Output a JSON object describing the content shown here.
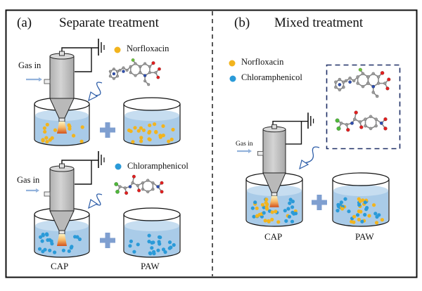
{
  "figure": {
    "panels": [
      {
        "letter": "(a)",
        "title": "Separate treatment",
        "rows": [
          {
            "legend_label": "Norfloxacin",
            "legend_color": "#F2B41E",
            "gas_label": "Gas in",
            "particle": "norfloxacin"
          },
          {
            "legend_label": "Chloramphenicol",
            "legend_color": "#2A9AD8",
            "gas_label": "Gas in",
            "particle": "chloramphenicol"
          }
        ],
        "labels": {
          "cap": "CAP",
          "paw": "PAW"
        }
      },
      {
        "letter": "(b)",
        "title": "Mixed treatment",
        "legend": [
          {
            "label": "Norfloxacin",
            "color": "#F2B41E"
          },
          {
            "label": "Chloramphenicol",
            "color": "#2A9AD8"
          }
        ],
        "gas_label": "Gas in",
        "labels": {
          "cap": "CAP",
          "paw": "PAW"
        }
      }
    ],
    "colors": {
      "norfloxacin": "#F2B41E",
      "chloramphenicol": "#2A9AD8",
      "water": "#A9CBE8",
      "water_surface": "#C6DDF0",
      "jet_body": "#C4C4C4",
      "arrow": "#2D5DA8",
      "plus": "#7F9FD0",
      "molecule_box": "#1E2F66"
    }
  }
}
